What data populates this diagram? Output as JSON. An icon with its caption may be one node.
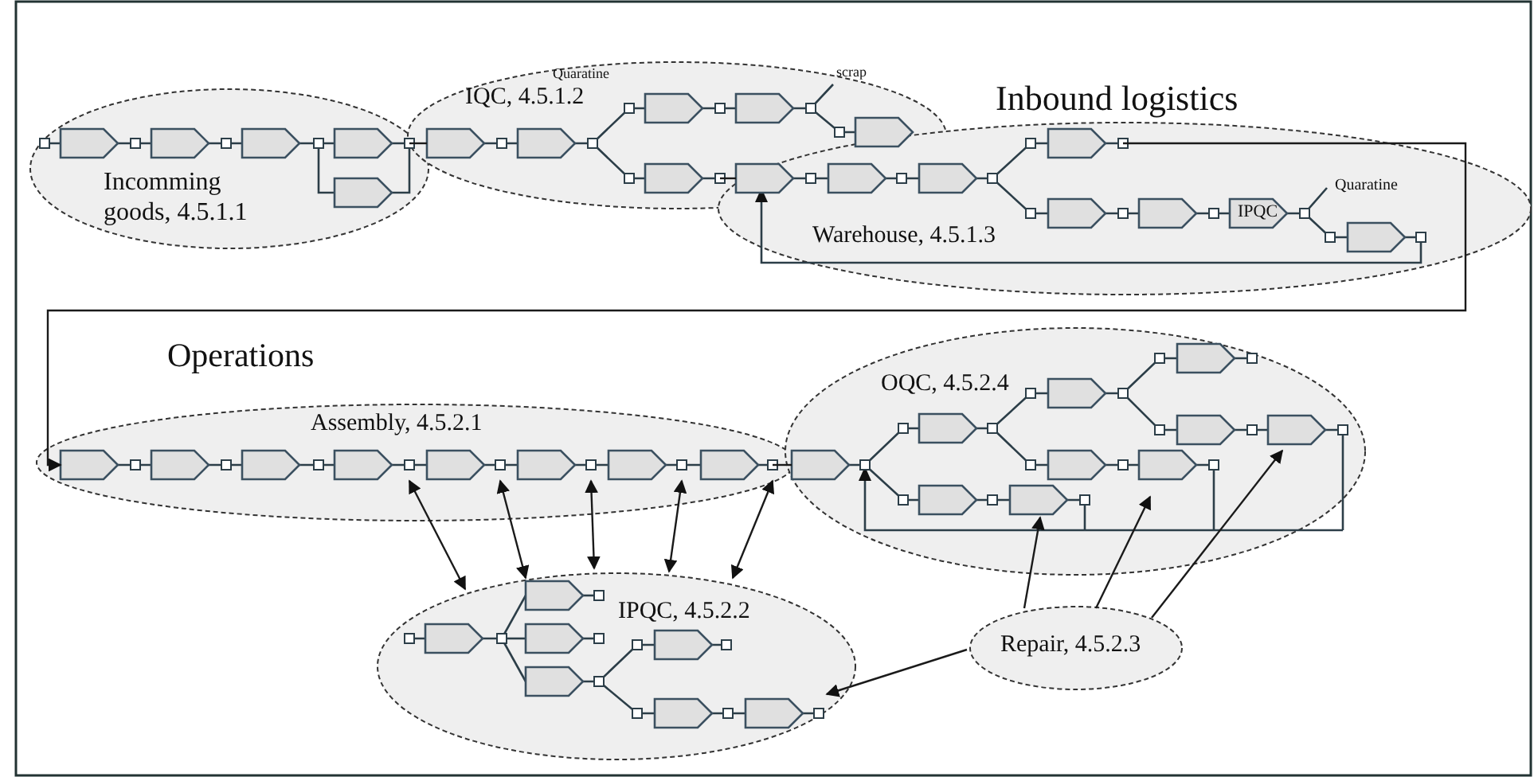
{
  "diagram": {
    "nodes": [
      {
        "text": [
          "Incomming goods, 4.5.1.1"
        ]
      },
      {
        "text": [
          "IQC, 4.5.1.2"
        ]
      },
      {
        "text": [
          "Warehouse, 4.5.1.3"
        ]
      },
      {
        "text": [
          "Assembly, 4.5.2.1"
        ]
      },
      {
        "text": [
          "OQC, 4.5.2.4"
        ]
      },
      {
        "text": [
          "IPQC, 4.5.2.2"
        ]
      },
      {
        "text": [
          "Repair, 4.5.2.3"
        ]
      }
    ],
    "edges": [
      {
        "from": 0,
        "to": 1,
        "arrow": "none"
      },
      {
        "from": 1,
        "to": 2,
        "arrow": "none"
      },
      {
        "from": 2,
        "to": 3,
        "arrow": "to"
      },
      {
        "from": 3,
        "to": 4,
        "arrow": "none"
      },
      {
        "from": 3,
        "to": 5,
        "arrow": "both"
      },
      {
        "from": 3,
        "to": 5,
        "arrow": "both"
      },
      {
        "from": 3,
        "to": 5,
        "arrow": "both"
      },
      {
        "from": 3,
        "to": 5,
        "arrow": "both"
      },
      {
        "from": 3,
        "to": 5,
        "arrow": "both"
      },
      {
        "from": 6,
        "to": 5,
        "arrow": "to"
      },
      {
        "from": 6,
        "to": 4,
        "arrow": "to"
      },
      {
        "from": 6,
        "to": 4,
        "arrow": "to"
      },
      {
        "from": 6,
        "to": 4,
        "arrow": "to"
      }
    ],
    "labels": [
      "Inbound logistics",
      "Operations",
      "Quaratine",
      "scrap",
      "IPQC",
      "Quaratine"
    ]
  }
}
